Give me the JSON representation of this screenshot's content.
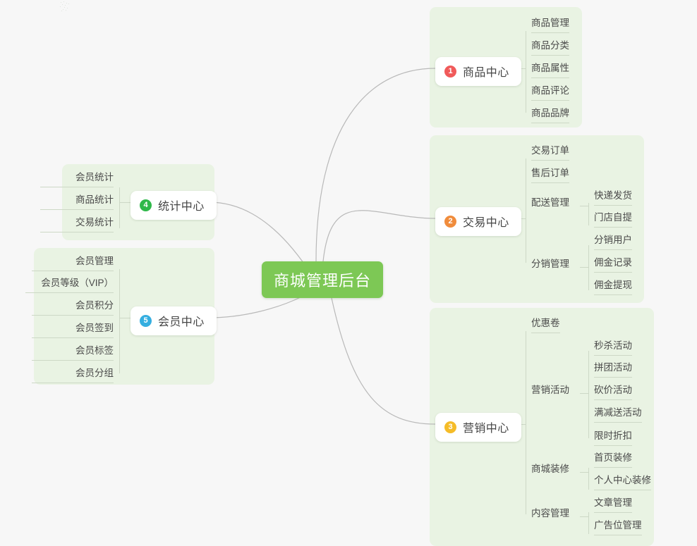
{
  "root": {
    "label": "商城管理后台",
    "color": "#7dc855"
  },
  "colors": {
    "panel": "#e9f3e3",
    "line": "#cdd8c6",
    "curve": "#b9b9b9",
    "background": "#f7f7f7",
    "text": "#4a4a4a"
  },
  "branches": [
    {
      "index": "1",
      "label": "商品中心",
      "badge_color": "#f05a5a",
      "children": [
        {
          "label": "商品管理"
        },
        {
          "label": "商品分类"
        },
        {
          "label": "商品属性"
        },
        {
          "label": "商品评论"
        },
        {
          "label": "商品品牌"
        }
      ]
    },
    {
      "index": "2",
      "label": "交易中心",
      "badge_color": "#f08c3c",
      "children": [
        {
          "label": "交易订单"
        },
        {
          "label": "售后订单"
        },
        {
          "label": "配送管理",
          "children": [
            {
              "label": "快递发货"
            },
            {
              "label": "门店自提"
            }
          ]
        },
        {
          "label": "分销管理",
          "children": [
            {
              "label": "分销用户"
            },
            {
              "label": "佣金记录"
            },
            {
              "label": "佣金提现"
            }
          ]
        }
      ]
    },
    {
      "index": "3",
      "label": "营销中心",
      "badge_color": "#f5bc28",
      "children": [
        {
          "label": "优惠卷"
        },
        {
          "label": "营销活动",
          "children": [
            {
              "label": "秒杀活动"
            },
            {
              "label": "拼团活动"
            },
            {
              "label": "砍价活动"
            },
            {
              "label": "满减送活动"
            },
            {
              "label": "限时折扣"
            }
          ]
        },
        {
          "label": "商城装修",
          "children": [
            {
              "label": "首页装修"
            },
            {
              "label": "个人中心装修"
            }
          ]
        },
        {
          "label": "内容管理",
          "children": [
            {
              "label": "文章管理"
            },
            {
              "label": "广告位管理"
            }
          ]
        }
      ]
    },
    {
      "index": "4",
      "label": "统计中心",
      "badge_color": "#2fb84a",
      "children": [
        {
          "label": "会员统计"
        },
        {
          "label": "商品统计"
        },
        {
          "label": "交易统计"
        }
      ]
    },
    {
      "index": "5",
      "label": "会员中心",
      "badge_color": "#35aee0",
      "children": [
        {
          "label": "会员管理"
        },
        {
          "label": "会员等级（VIP）"
        },
        {
          "label": "会员积分"
        },
        {
          "label": "会员签到"
        },
        {
          "label": "会员标签"
        },
        {
          "label": "会员分组"
        }
      ]
    }
  ]
}
